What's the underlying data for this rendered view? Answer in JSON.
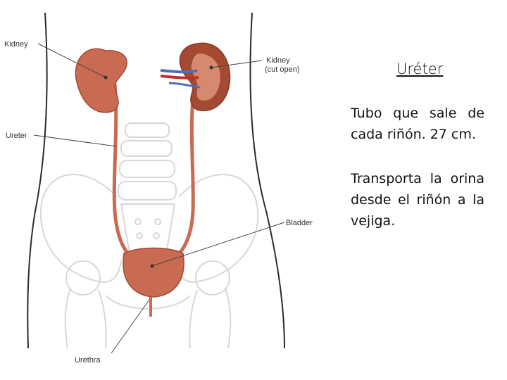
{
  "diagram": {
    "labels": {
      "kidney": "Kidney",
      "kidney_cut_line1": "Kidney",
      "kidney_cut_line2": "(cut open)",
      "ureter": "Ureter",
      "bladder": "Bladder",
      "urethra": "Urethra"
    },
    "colors": {
      "organ": "#c96a52",
      "organ_dark": "#a44a33",
      "bone_outline": "#d7d7d7",
      "body_outline": "#2b2b2b",
      "vein": "#4a6fb5",
      "artery": "#c0302a"
    }
  },
  "slide": {
    "title": "Uréter",
    "paragraph1": "Tubo que sale de cada riñón. 27 cm.",
    "paragraph2": "Transporta la orina desde el riñón a la vejiga."
  }
}
